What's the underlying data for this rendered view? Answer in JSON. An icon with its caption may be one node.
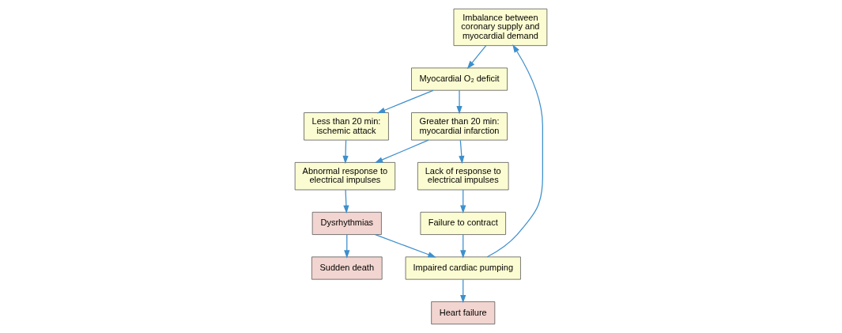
{
  "diagram": {
    "nodes": [
      {
        "text": [
          "Imbalance between coronary supply and myocardial demand"
        ]
      },
      {
        "text": [
          "Sudden death"
        ]
      },
      {
        "text": [
          "Myocardial O₂ deficit"
        ]
      },
      {
        "text": [
          "Impaired cardiac pumping"
        ]
      },
      {
        "text": [
          "Less than 20 min: ischemic attack"
        ]
      },
      {
        "text": [
          "Greater than 20 min: myocardial infarction"
        ]
      },
      {
        "text": [
          "Heart failure"
        ]
      },
      {
        "text": [
          "Dysrhythmias"
        ]
      },
      {
        "text": [
          "Abnormal response to electrical impulses"
        ]
      },
      {
        "text": [
          "Failure to contract"
        ]
      },
      {
        "text": [
          "Lack of response to electrical impulses"
        ]
      }
    ],
    "edges": [
      {
        "from": 0,
        "to": 2,
        "arrow": "to"
      },
      {
        "from": 2,
        "to": 4,
        "arrow": "to"
      },
      {
        "from": 2,
        "to": 5,
        "arrow": "to"
      },
      {
        "from": 4,
        "to": 8,
        "arrow": "to"
      },
      {
        "from": 5,
        "to": 8,
        "arrow": "to"
      },
      {
        "from": 5,
        "to": 10,
        "arrow": "to"
      },
      {
        "from": 8,
        "to": 7,
        "arrow": "to"
      },
      {
        "from": 7,
        "to": 3,
        "arrow": "to"
      },
      {
        "from": 7,
        "to": 1,
        "arrow": "to"
      },
      {
        "from": 3,
        "to": 0,
        "arrow": "to"
      },
      {
        "from": 3,
        "to": 6,
        "arrow": "to"
      },
      {
        "from": 10,
        "to": 9,
        "arrow": "to"
      },
      {
        "from": 9,
        "to": 3,
        "arrow": "to"
      }
    ]
  }
}
